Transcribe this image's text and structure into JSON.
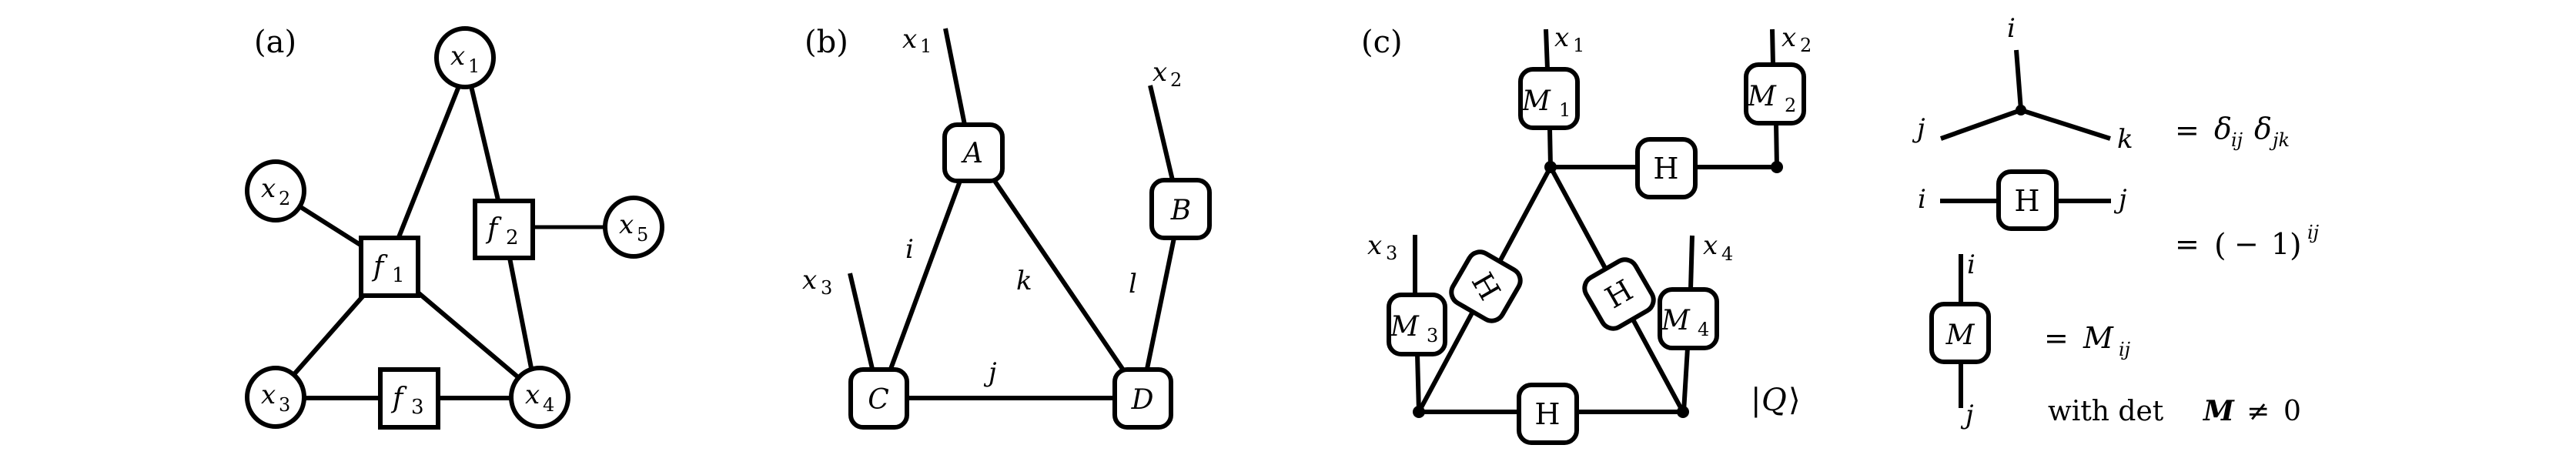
{
  "figure": {
    "panels": [
      {
        "id": "a",
        "label": "(a)",
        "kind": "factor-graph",
        "variable_nodes": [
          {
            "id": "x1",
            "base": "x",
            "sub": "1"
          },
          {
            "id": "x2",
            "base": "x",
            "sub": "2"
          },
          {
            "id": "x3",
            "base": "x",
            "sub": "3"
          },
          {
            "id": "x4",
            "base": "x",
            "sub": "4"
          },
          {
            "id": "x5",
            "base": "x",
            "sub": "5"
          }
        ],
        "factor_nodes": [
          {
            "id": "f1",
            "base": "f",
            "sub": "1"
          },
          {
            "id": "f2",
            "base": "f",
            "sub": "2"
          },
          {
            "id": "f3",
            "base": "f",
            "sub": "3"
          }
        ],
        "edges": [
          [
            "x1",
            "f1"
          ],
          [
            "x1",
            "f2"
          ],
          [
            "x2",
            "f1"
          ],
          [
            "f1",
            "x3"
          ],
          [
            "f1",
            "x4"
          ],
          [
            "f2",
            "x5"
          ],
          [
            "f2",
            "x4"
          ],
          [
            "x3",
            "f3"
          ],
          [
            "f3",
            "x4"
          ]
        ]
      },
      {
        "id": "b",
        "label": "(b)",
        "kind": "tensor-network",
        "tensors": [
          {
            "id": "A",
            "label": "A"
          },
          {
            "id": "B",
            "label": "B"
          },
          {
            "id": "C",
            "label": "C"
          },
          {
            "id": "D",
            "label": "D"
          }
        ],
        "open_legs": [
          {
            "tensor": "A",
            "base": "x",
            "sub": "1"
          },
          {
            "tensor": "B",
            "base": "x",
            "sub": "2"
          },
          {
            "tensor": "C",
            "base": "x",
            "sub": "3"
          }
        ],
        "bonds": [
          {
            "from": "A",
            "to": "C",
            "label": "i"
          },
          {
            "from": "C",
            "to": "D",
            "label": "j"
          },
          {
            "from": "A",
            "to": "D",
            "label": "k"
          },
          {
            "from": "B",
            "to": "D",
            "label": "l"
          }
        ]
      },
      {
        "id": "c",
        "label": "(c)",
        "kind": "tensor-network-state",
        "matrices": [
          {
            "id": "M1",
            "base": "M",
            "sub": "1",
            "leg": {
              "base": "x",
              "sub": "1"
            }
          },
          {
            "id": "M2",
            "base": "M",
            "sub": "2",
            "leg": {
              "base": "x",
              "sub": "2"
            }
          },
          {
            "id": "M3",
            "base": "M",
            "sub": "3",
            "leg": {
              "base": "x",
              "sub": "3"
            }
          },
          {
            "id": "M4",
            "base": "M",
            "sub": "4",
            "leg": {
              "base": "x",
              "sub": "4"
            }
          }
        ],
        "hadamard_label": "H",
        "hadamard_count": 4,
        "state_label": {
          "bar": "|",
          "base": "Q",
          "close": "⟩"
        }
      },
      {
        "id": "legend",
        "label": "",
        "kind": "definitions",
        "delta_node": {
          "legs": [
            "i",
            "j",
            "k"
          ],
          "equals": "=",
          "expr": [
            {
              "t": "δ",
              "sub": "ij"
            },
            {
              "t": "δ",
              "sub": "jk"
            }
          ]
        },
        "hadamard": {
          "left_leg": "i",
          "right_leg": "j",
          "box": "H",
          "equals": "=",
          "expr_open": "(",
          "expr_minus": "−",
          "expr_one": "1",
          "expr_close": ")",
          "expr_sup": "ij"
        },
        "matrix": {
          "top_leg": "i",
          "bottom_leg": "j",
          "box": "M",
          "equals": "=",
          "expr_base": "M",
          "expr_sub": "ij",
          "condition_prefix": "with det",
          "condition_bold": "M",
          "condition_rel": "≠",
          "condition_rhs": "0"
        }
      }
    ]
  }
}
